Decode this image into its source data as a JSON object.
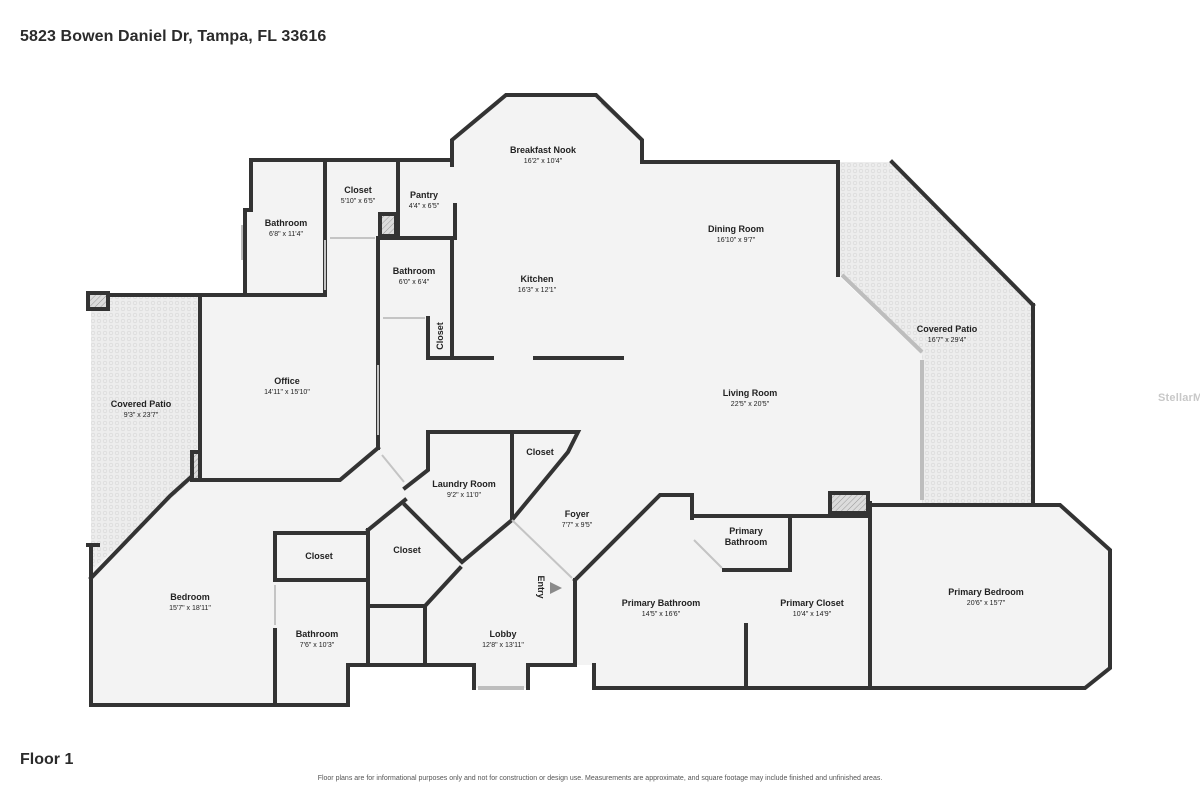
{
  "header": {
    "address": "5823 Bowen Daniel Dr, Tampa, FL 33616"
  },
  "footer": {
    "floor_label": "Floor 1",
    "disclaimer": "Floor plans are for informational purposes only and not for construction or design use. Measurements are approximate, and square footage may include finished and unfinished areas."
  },
  "watermark": "StellarMLS",
  "rooms": {
    "breakfast_nook": {
      "name": "Breakfast Nook",
      "dims": "16'2\" x 10'4\""
    },
    "closet_top": {
      "name": "Closet",
      "dims": "5'10\" x 6'5\""
    },
    "pantry": {
      "name": "Pantry",
      "dims": "4'4\" x 6'5\""
    },
    "bathroom_top": {
      "name": "Bathroom",
      "dims": "6'8\" x 11'4\""
    },
    "bathroom_small": {
      "name": "Bathroom",
      "dims": "6'0\" x 6'4\""
    },
    "kitchen": {
      "name": "Kitchen",
      "dims": "16'3\" x 12'1\""
    },
    "dining_room": {
      "name": "Dining Room",
      "dims": "16'10\" x 9'7\""
    },
    "covered_patio_right": {
      "name": "Covered Patio",
      "dims": "16'7\" x 29'4\""
    },
    "covered_patio_left": {
      "name": "Covered Patio",
      "dims": "9'3\" x 23'7\""
    },
    "office": {
      "name": "Office",
      "dims": "14'11\" x 15'10\""
    },
    "living_room": {
      "name": "Living Room",
      "dims": "22'5\" x 20'5\""
    },
    "closet_vertical": {
      "name": "Closet"
    },
    "laundry_room": {
      "name": "Laundry Room",
      "dims": "9'2\" x 11'0\""
    },
    "closet_laundry": {
      "name": "Closet"
    },
    "foyer": {
      "name": "Foyer",
      "dims": "7'7\" x 9'5\""
    },
    "entry": {
      "name": "Entry"
    },
    "primary_bathroom_small": {
      "name": "Primary\nBathroom"
    },
    "closet_bedroom": {
      "name": "Closet"
    },
    "closet_diag": {
      "name": "Closet"
    },
    "bedroom": {
      "name": "Bedroom",
      "dims": "15'7\" x 18'11\""
    },
    "bathroom_bottom": {
      "name": "Bathroom",
      "dims": "7'6\" x 10'3\""
    },
    "lobby": {
      "name": "Lobby",
      "dims": "12'8\" x 13'11\""
    },
    "primary_bathroom": {
      "name": "Primary Bathroom",
      "dims": "14'5\" x 16'6\""
    },
    "primary_closet": {
      "name": "Primary Closet",
      "dims": "10'4\" x 14'9\""
    },
    "primary_bedroom": {
      "name": "Primary Bedroom",
      "dims": "20'6\" x 15'7\""
    }
  },
  "colors": {
    "wall": "#333333",
    "floor": "#f3f3f3",
    "patio": "#e9e9e9",
    "window": "#cfcfcf"
  }
}
